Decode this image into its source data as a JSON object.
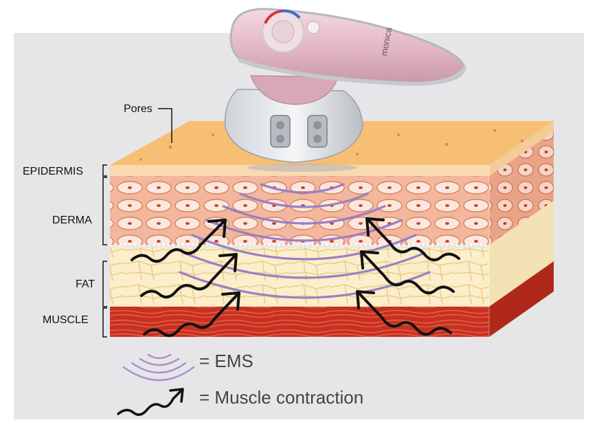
{
  "labels": {
    "pores": "Pores",
    "epidermis": "EPIDERMIS",
    "derma": "DERMA",
    "fat": "FAT",
    "muscle": "MUSCLE"
  },
  "device": {
    "brand_text": "monica"
  },
  "legend": {
    "ems_text": "= EMS",
    "contraction_text": "= Muscle contraction",
    "ems_icon": "ems-wave-icon",
    "contraction_icon": "wavy-arrow-icon"
  },
  "colors": {
    "background_panel": "#e6e6e8",
    "skin_surface": "#f7bf74",
    "epidermis": "#f9dab0",
    "derma": "#f2b79c",
    "derma_cell_fill": "#fbe7de",
    "derma_cell_stroke": "#d9825f",
    "fat": "#fbeec9",
    "muscle": "#c8301f",
    "ems_wave": "#9a7fc6",
    "arrow": "#111111",
    "device_body": "#e9c2cd"
  }
}
